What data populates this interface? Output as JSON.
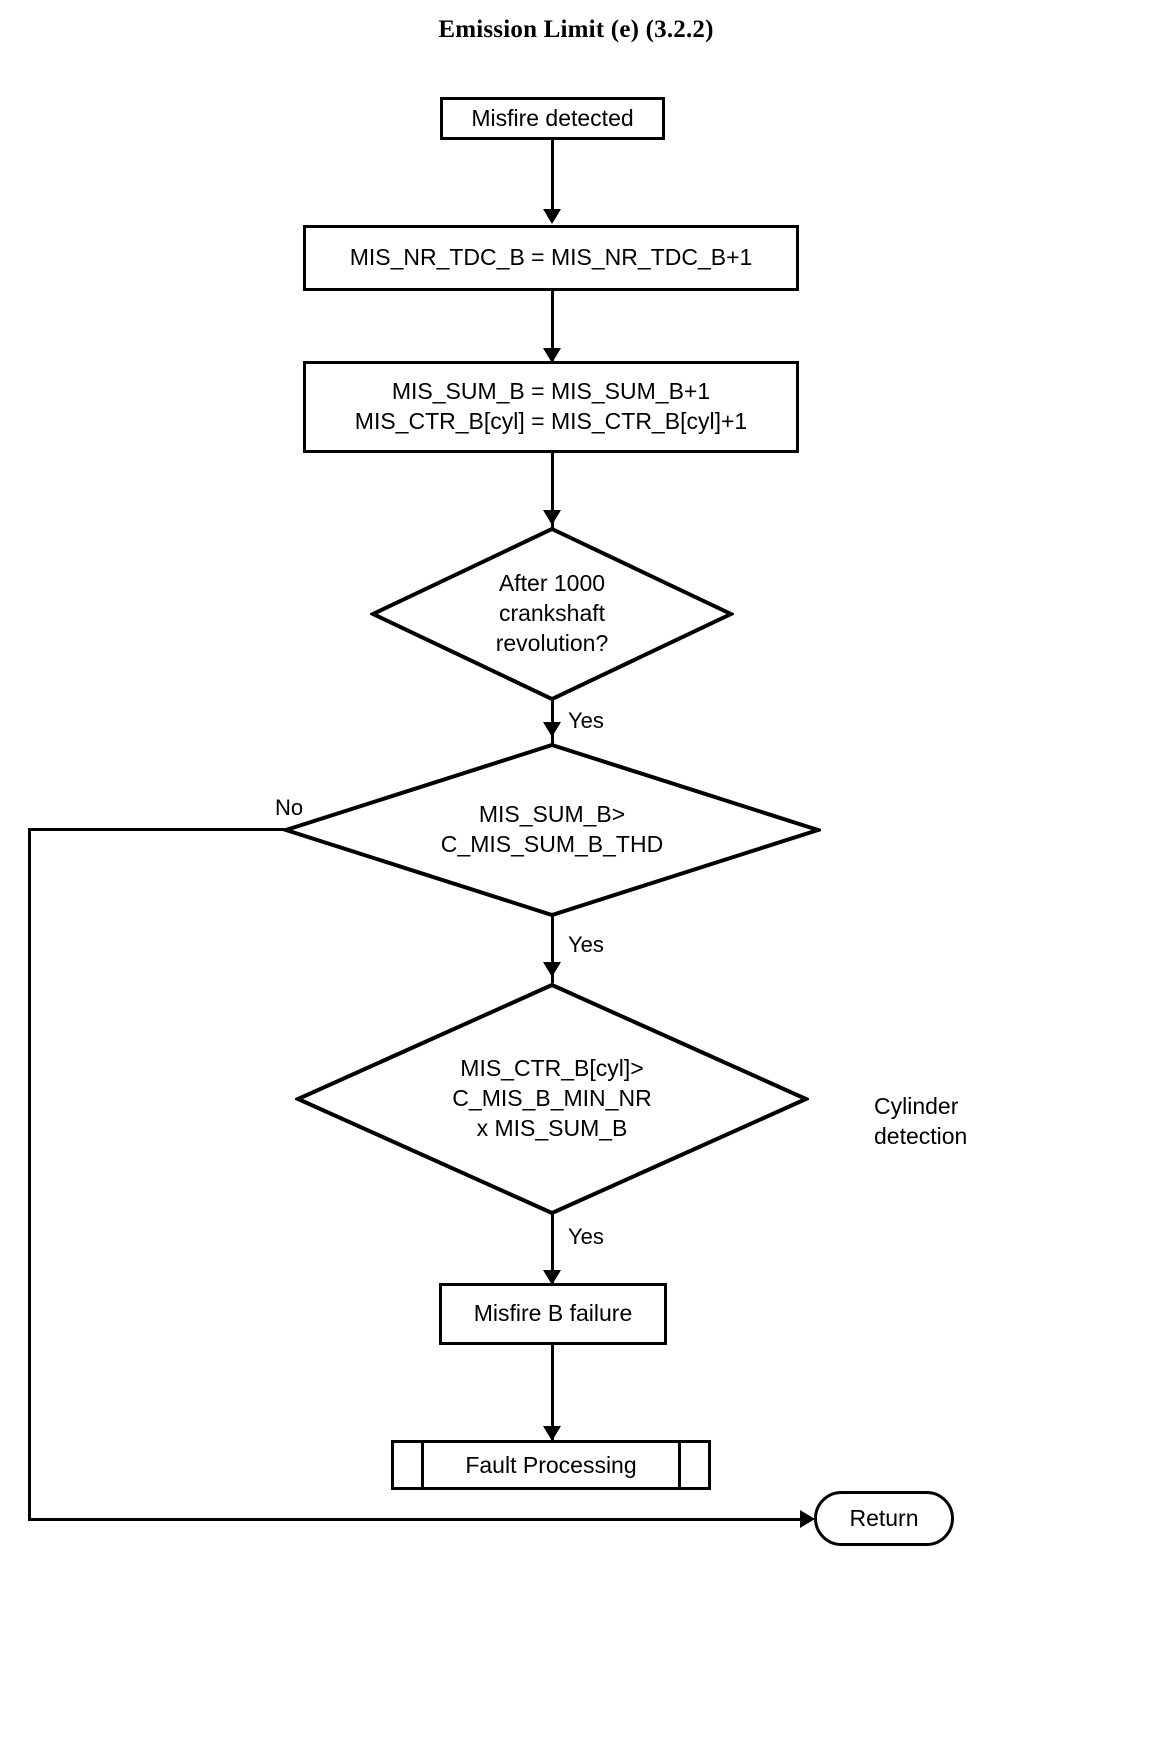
{
  "title": "Emission Limit (e) (3.2.2)",
  "nodes": {
    "start": {
      "label": "Misfire detected",
      "shape": "process"
    },
    "inc_tdc": {
      "label": "MIS_NR_TDC_B = MIS_NR_TDC_B+1",
      "shape": "process"
    },
    "inc_sum": {
      "label": "MIS_SUM_B = MIS_SUM_B+1\nMIS_CTR_B[cyl] = MIS_CTR_B[cyl]+1",
      "shape": "process"
    },
    "dec_revolution": {
      "label": "After 1000\ncrankshaft\nrevolution?",
      "shape": "decision"
    },
    "dec_sum_thd": {
      "label": "MIS_SUM_B>\nC_MIS_SUM_B_THD",
      "shape": "decision"
    },
    "dec_ctr_min": {
      "label": "MIS_CTR_B[cyl]>\nC_MIS_B_MIN_NR\nx MIS_SUM_B",
      "shape": "decision"
    },
    "failure": {
      "label": "Misfire B failure",
      "shape": "process"
    },
    "fault_processing": {
      "label": "Fault Processing",
      "shape": "predefined-process"
    },
    "return": {
      "label": "Return",
      "shape": "terminator"
    }
  },
  "edge_labels": {
    "rev_yes": "Yes",
    "sum_no": "No",
    "sum_yes": "Yes",
    "ctr_yes": "Yes"
  },
  "annotations": {
    "cylinder_detection": "Cylinder\ndetection"
  },
  "colors": {
    "stroke": "#000000",
    "fill": "#ffffff",
    "text": "#000000"
  }
}
